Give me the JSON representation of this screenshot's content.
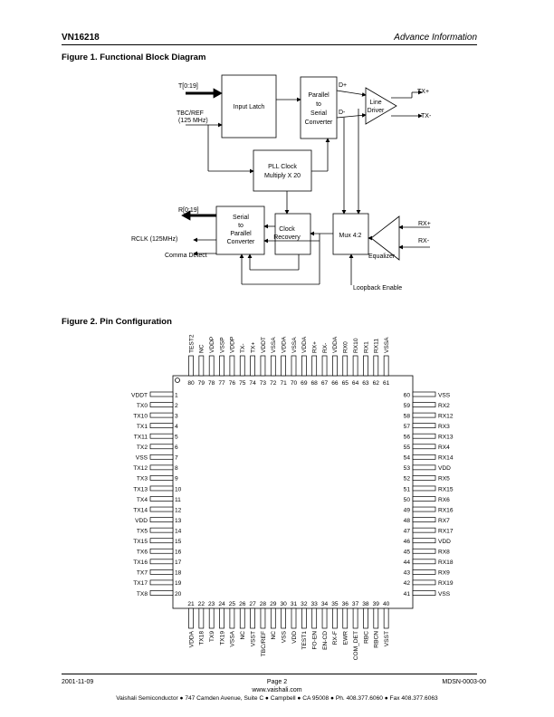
{
  "header": {
    "doc_id": "VN16218",
    "status": "Advance Information"
  },
  "figure1": {
    "title": "Figure 1.  Functional Block Diagram",
    "blocks": {
      "input_latch": "Input Latch",
      "par_to_ser": [
        "Parallel",
        "to",
        "Serial",
        "Converter"
      ],
      "line_driver": [
        "Line",
        "Driver"
      ],
      "pll": [
        "PLL Clock",
        "Multiply X 20"
      ],
      "ser_to_par": [
        "Serial",
        "to",
        "Parallel",
        "Converter"
      ],
      "clock_recovery": [
        "Clock",
        "Recovery"
      ],
      "mux": "Mux 4:2"
    },
    "signals": {
      "t_bus": "T[0:19]",
      "tbc_ref": "TBC/REF",
      "tbc_freq": "(125 MHz)",
      "d_plus": "D+",
      "d_minus": "D-",
      "tx_plus": "TX+",
      "tx_minus": "TX-",
      "r_bus": "R[0:19]",
      "rclk": "RCLK (125MHz)",
      "comma": "Comma Detect",
      "rx_plus": "RX+",
      "rx_minus": "RX-",
      "equalizer": "Equalizer",
      "loopback": "Loopback Enable"
    }
  },
  "figure2": {
    "title": "Figure 2.  Pin Configuration",
    "left_pins": [
      {
        "num": "1",
        "name": "VDDT"
      },
      {
        "num": "2",
        "name": "TX0"
      },
      {
        "num": "3",
        "name": "TX10"
      },
      {
        "num": "4",
        "name": "TX1"
      },
      {
        "num": "5",
        "name": "TX11"
      },
      {
        "num": "6",
        "name": "TX2"
      },
      {
        "num": "7",
        "name": "VSS"
      },
      {
        "num": "8",
        "name": "TX12"
      },
      {
        "num": "9",
        "name": "TX3"
      },
      {
        "num": "10",
        "name": "TX13"
      },
      {
        "num": "11",
        "name": "TX4"
      },
      {
        "num": "12",
        "name": "TX14"
      },
      {
        "num": "13",
        "name": "VDD"
      },
      {
        "num": "14",
        "name": "TX5"
      },
      {
        "num": "15",
        "name": "TX15"
      },
      {
        "num": "16",
        "name": "TX6"
      },
      {
        "num": "17",
        "name": "TX16"
      },
      {
        "num": "18",
        "name": "TX7"
      },
      {
        "num": "19",
        "name": "TX17"
      },
      {
        "num": "20",
        "name": "TX8"
      }
    ],
    "right_pins": [
      {
        "num": "60",
        "name": "VSS"
      },
      {
        "num": "59",
        "name": "RX2"
      },
      {
        "num": "58",
        "name": "RX12"
      },
      {
        "num": "57",
        "name": "RX3"
      },
      {
        "num": "56",
        "name": "RX13"
      },
      {
        "num": "55",
        "name": "RX4"
      },
      {
        "num": "54",
        "name": "RX14"
      },
      {
        "num": "53",
        "name": "VDD"
      },
      {
        "num": "52",
        "name": "RX5"
      },
      {
        "num": "51",
        "name": "RX15"
      },
      {
        "num": "50",
        "name": "RX6"
      },
      {
        "num": "49",
        "name": "RX16"
      },
      {
        "num": "48",
        "name": "RX7"
      },
      {
        "num": "47",
        "name": "RX17"
      },
      {
        "num": "46",
        "name": "VDD"
      },
      {
        "num": "45",
        "name": "RX8"
      },
      {
        "num": "44",
        "name": "RX18"
      },
      {
        "num": "43",
        "name": "RX9"
      },
      {
        "num": "42",
        "name": "RX19"
      },
      {
        "num": "41",
        "name": "VSS"
      }
    ],
    "top_pins": [
      {
        "num": "80",
        "name": "TEST2"
      },
      {
        "num": "79",
        "name": "NC"
      },
      {
        "num": "78",
        "name": "VDDP"
      },
      {
        "num": "77",
        "name": "VSSP"
      },
      {
        "num": "76",
        "name": "VDDP"
      },
      {
        "num": "75",
        "name": "TX-"
      },
      {
        "num": "74",
        "name": "TX+"
      },
      {
        "num": "73",
        "name": "VDDT"
      },
      {
        "num": "72",
        "name": "VSSA"
      },
      {
        "num": "71",
        "name": "VDDA"
      },
      {
        "num": "70",
        "name": "VSSA"
      },
      {
        "num": "69",
        "name": "VDDA"
      },
      {
        "num": "68",
        "name": "RX+"
      },
      {
        "num": "67",
        "name": "RX-"
      },
      {
        "num": "66",
        "name": "VDDA"
      },
      {
        "num": "65",
        "name": "RX0"
      },
      {
        "num": "64",
        "name": "RX10"
      },
      {
        "num": "63",
        "name": "RX1"
      },
      {
        "num": "62",
        "name": "RX11"
      },
      {
        "num": "61",
        "name": "VSSA"
      }
    ],
    "bottom_pins": [
      {
        "num": "21",
        "name": "VDDA"
      },
      {
        "num": "22",
        "name": "TX18"
      },
      {
        "num": "23",
        "name": "TX9"
      },
      {
        "num": "24",
        "name": "TX19"
      },
      {
        "num": "25",
        "name": "VSSA"
      },
      {
        "num": "26",
        "name": "NC"
      },
      {
        "num": "27",
        "name": "VSST"
      },
      {
        "num": "28",
        "name": "TBC/REF"
      },
      {
        "num": "29",
        "name": "NC"
      },
      {
        "num": "30",
        "name": "VSS"
      },
      {
        "num": "31",
        "name": "VDD"
      },
      {
        "num": "32",
        "name": "TEST1"
      },
      {
        "num": "33",
        "name": "FO-EN"
      },
      {
        "num": "34",
        "name": "EN-CD"
      },
      {
        "num": "35",
        "name": "RX-F"
      },
      {
        "num": "36",
        "name": "EWR"
      },
      {
        "num": "37",
        "name": "COM_DET"
      },
      {
        "num": "38",
        "name": "RBC"
      },
      {
        "num": "39",
        "name": "RBCN"
      },
      {
        "num": "40",
        "name": "VSST"
      }
    ]
  },
  "footer": {
    "date": "2001-11-09",
    "page": "Page 2",
    "doc_number": "MDSN-0003-00",
    "website": "www.vaishali.com",
    "address": "Vaishali Semiconductor  ●  747 Camden Avenue, Suite C  ●  Campbell  ●  CA 95008  ●  Ph. 408.377.6060  ●  Fax 408.377.6063"
  }
}
